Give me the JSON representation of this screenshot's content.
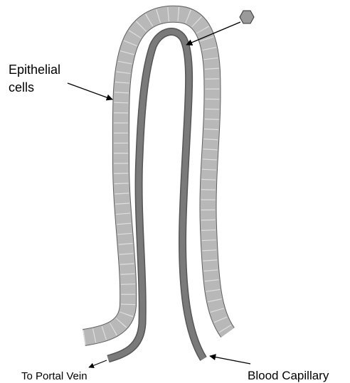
{
  "diagram": {
    "labels": {
      "epithelial_line1": "Epithelial",
      "epithelial_line2": "cells",
      "to_portal_vein": "To Portal Vein",
      "blood_capillary": "Blood Capillary"
    },
    "colors": {
      "epithelial_fill": "#b8b8b8",
      "epithelial_stroke": "#606060",
      "capillary_fill": "#7a7a7a",
      "capillary_stroke": "#555555",
      "arrow": "#000000",
      "marker_fill": "#9a9a9a"
    },
    "marker_shape": "hexagon"
  }
}
